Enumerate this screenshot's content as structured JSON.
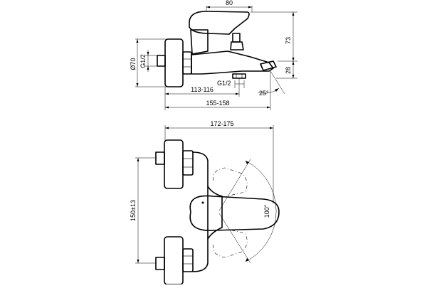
{
  "dimensions": {
    "top_width": "80",
    "height_73": "73",
    "height_28": "28",
    "diameter": "Ø70",
    "thread_left": "G1/2",
    "thread_bottom": "G1/2",
    "angle_25": "25°",
    "reach_113": "113-116",
    "reach_155": "155-158",
    "width_172": "172-175",
    "centers_150": "150±13",
    "angle_100": "100°"
  }
}
